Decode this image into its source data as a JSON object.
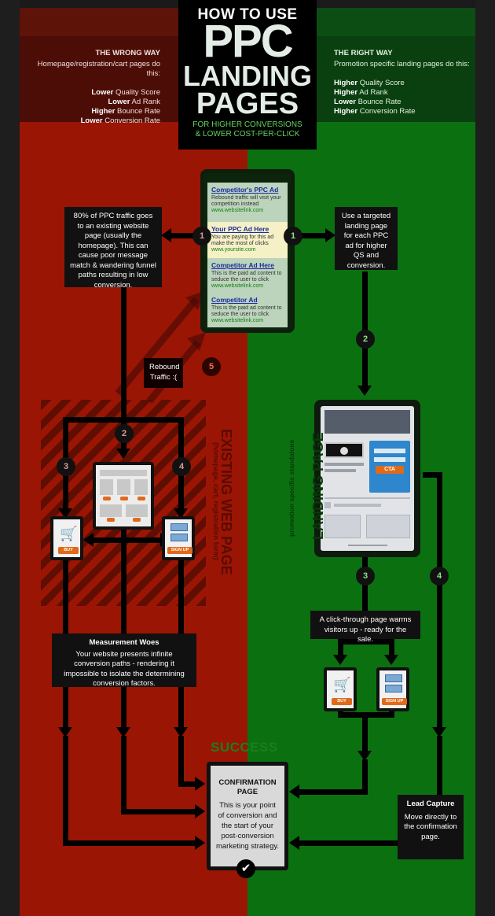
{
  "title": {
    "line1": "HOW TO USE",
    "line2": "PPC",
    "line3": "LANDING",
    "line4": "PAGES",
    "line5": "FOR HIGHER CONVERSIONS",
    "line6": "& LOWER COST-PER-CLICK"
  },
  "wrong_way": {
    "heading": "THE WRONG WAY",
    "subheading": "Homepage/registration/cart pages do this:",
    "items": [
      {
        "bold": "Lower",
        "rest": " Quality Score"
      },
      {
        "bold": "Lower",
        "rest": " Ad Rank"
      },
      {
        "bold": "Higher",
        "rest": " Bounce Rate"
      },
      {
        "bold": "Lower",
        "rest": " Conversion Rate"
      }
    ]
  },
  "right_way": {
    "heading": "THE RIGHT WAY",
    "subheading": "Promotion specific landing pages do this:",
    "items": [
      {
        "bold": "Higher",
        "rest": " Quality Score"
      },
      {
        "bold": "Higher",
        "rest": " Ad Rank"
      },
      {
        "bold": "Lower",
        "rest": " Bounce Rate"
      },
      {
        "bold": "Higher",
        "rest": " Conversion Rate"
      }
    ]
  },
  "ads": [
    {
      "headline": "Competitor's PPC Ad",
      "body": "Rebound traffic will visit your competition instead",
      "url": "www.websitelink.com"
    },
    {
      "headline": "Your PPC Ad Here",
      "body": "You are paying for this ad make the most of clicks",
      "url": "www.yoursite.com"
    },
    {
      "headline": "Competitor Ad Here",
      "body": "This is the paid ad content to seduce the user to click",
      "url": "www.websitelink.com"
    },
    {
      "headline": "Competitor Ad",
      "body": "This is the paid ad content to seduce the user to click",
      "url": "www.websitelink.com"
    }
  ],
  "left_callout": "80% of PPC traffic goes to an existing website page (usually the homepage). This can cause poor message match & wandering funnel paths resulting in low conversion.",
  "right_callout": "Use a targeted landing page for each PPC ad for higher QS and conversion.",
  "rebound": "Rebound Traffic :(",
  "numbers": {
    "n1": "1",
    "n2": "2",
    "n3": "3",
    "n4": "4",
    "n5": "5"
  },
  "existing_page": {
    "title": "EXISTING WEB PAGE",
    "subtitle": "(homepage, cart, registration form)"
  },
  "landing_page": {
    "title": "LANDING PAGE",
    "subtitle": "promotion specific standalone",
    "cta": "CTA"
  },
  "buttons": {
    "buy": "BUY",
    "signup": "SIGN UP"
  },
  "measurement": {
    "heading": "Measurement Woes",
    "body": "Your website presents infinite conversion paths - rendering it impossible to isolate the determining conversion factors."
  },
  "clickthrough": "A click-through page warms visitors up - ready for the sale.",
  "success": "SUCCESS",
  "confirmation": {
    "heading": "CONFIRMATION PAGE",
    "body": "This is your point of conversion and the start of your post-conversion marketing strategy."
  },
  "lead_capture": {
    "heading": "Lead Capture",
    "body": "Move directly to the confirmation page."
  },
  "colors": {
    "red": "#9b1504",
    "green": "#0b7010",
    "accent_orange": "#e06a1a",
    "title_green": "#62d45e"
  }
}
